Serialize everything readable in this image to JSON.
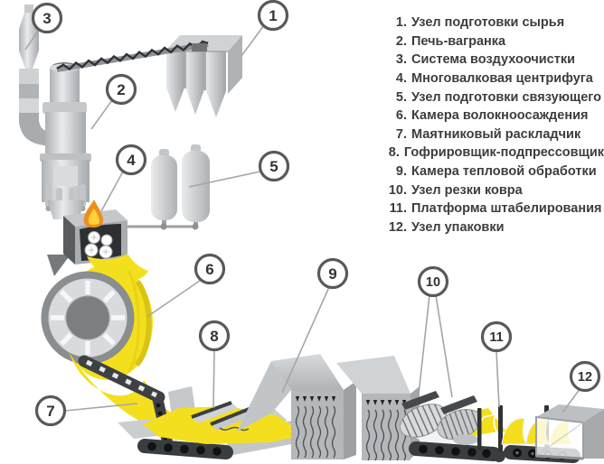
{
  "legend": {
    "items": [
      {
        "num": "1.",
        "label": "Узел подготовки сырья"
      },
      {
        "num": "2.",
        "label": "Печь-вагранка"
      },
      {
        "num": "3.",
        "label": "Система воздухоочистки"
      },
      {
        "num": "4.",
        "label": "Многовалковая центрифуга"
      },
      {
        "num": "5.",
        "label": "Узел подготовки связующего"
      },
      {
        "num": "6.",
        "label": "Камера волокноосаждения"
      },
      {
        "num": "7.",
        "label": "Маятниковый раскладчик"
      },
      {
        "num": "8.",
        "label": "Гофрировщик-подпрессовщик"
      },
      {
        "num": "9.",
        "label": "Камера тепловой обработки"
      },
      {
        "num": "10.",
        "label": "Узел резки ковра"
      },
      {
        "num": "11.",
        "label": "Платформа штабелирования"
      },
      {
        "num": "12.",
        "label": "Узел упаковки"
      }
    ]
  },
  "callouts": [
    {
      "number": "1"
    },
    {
      "number": "2"
    },
    {
      "number": "3"
    },
    {
      "number": "4"
    },
    {
      "number": "5"
    },
    {
      "number": "6"
    },
    {
      "number": "7"
    },
    {
      "number": "8"
    },
    {
      "number": "9"
    },
    {
      "number": "10"
    },
    {
      "number": "11"
    },
    {
      "number": "12"
    }
  ],
  "colors": {
    "background": "#ffffff",
    "wool_yellow": "#f4df1f",
    "wool_shadow": "#d9c413",
    "flame_orange": "#ef8e1e",
    "flame_core": "#ffd23d",
    "metal_light": "#d6d9db",
    "metal_mid": "#b4b8bb",
    "metal_dark": "#8b8f92",
    "machine_outline": "#3a3d40",
    "callout_ring": "#58595b",
    "legend_text": "#3d3d3d",
    "leader_line": "#a6a6a6"
  }
}
